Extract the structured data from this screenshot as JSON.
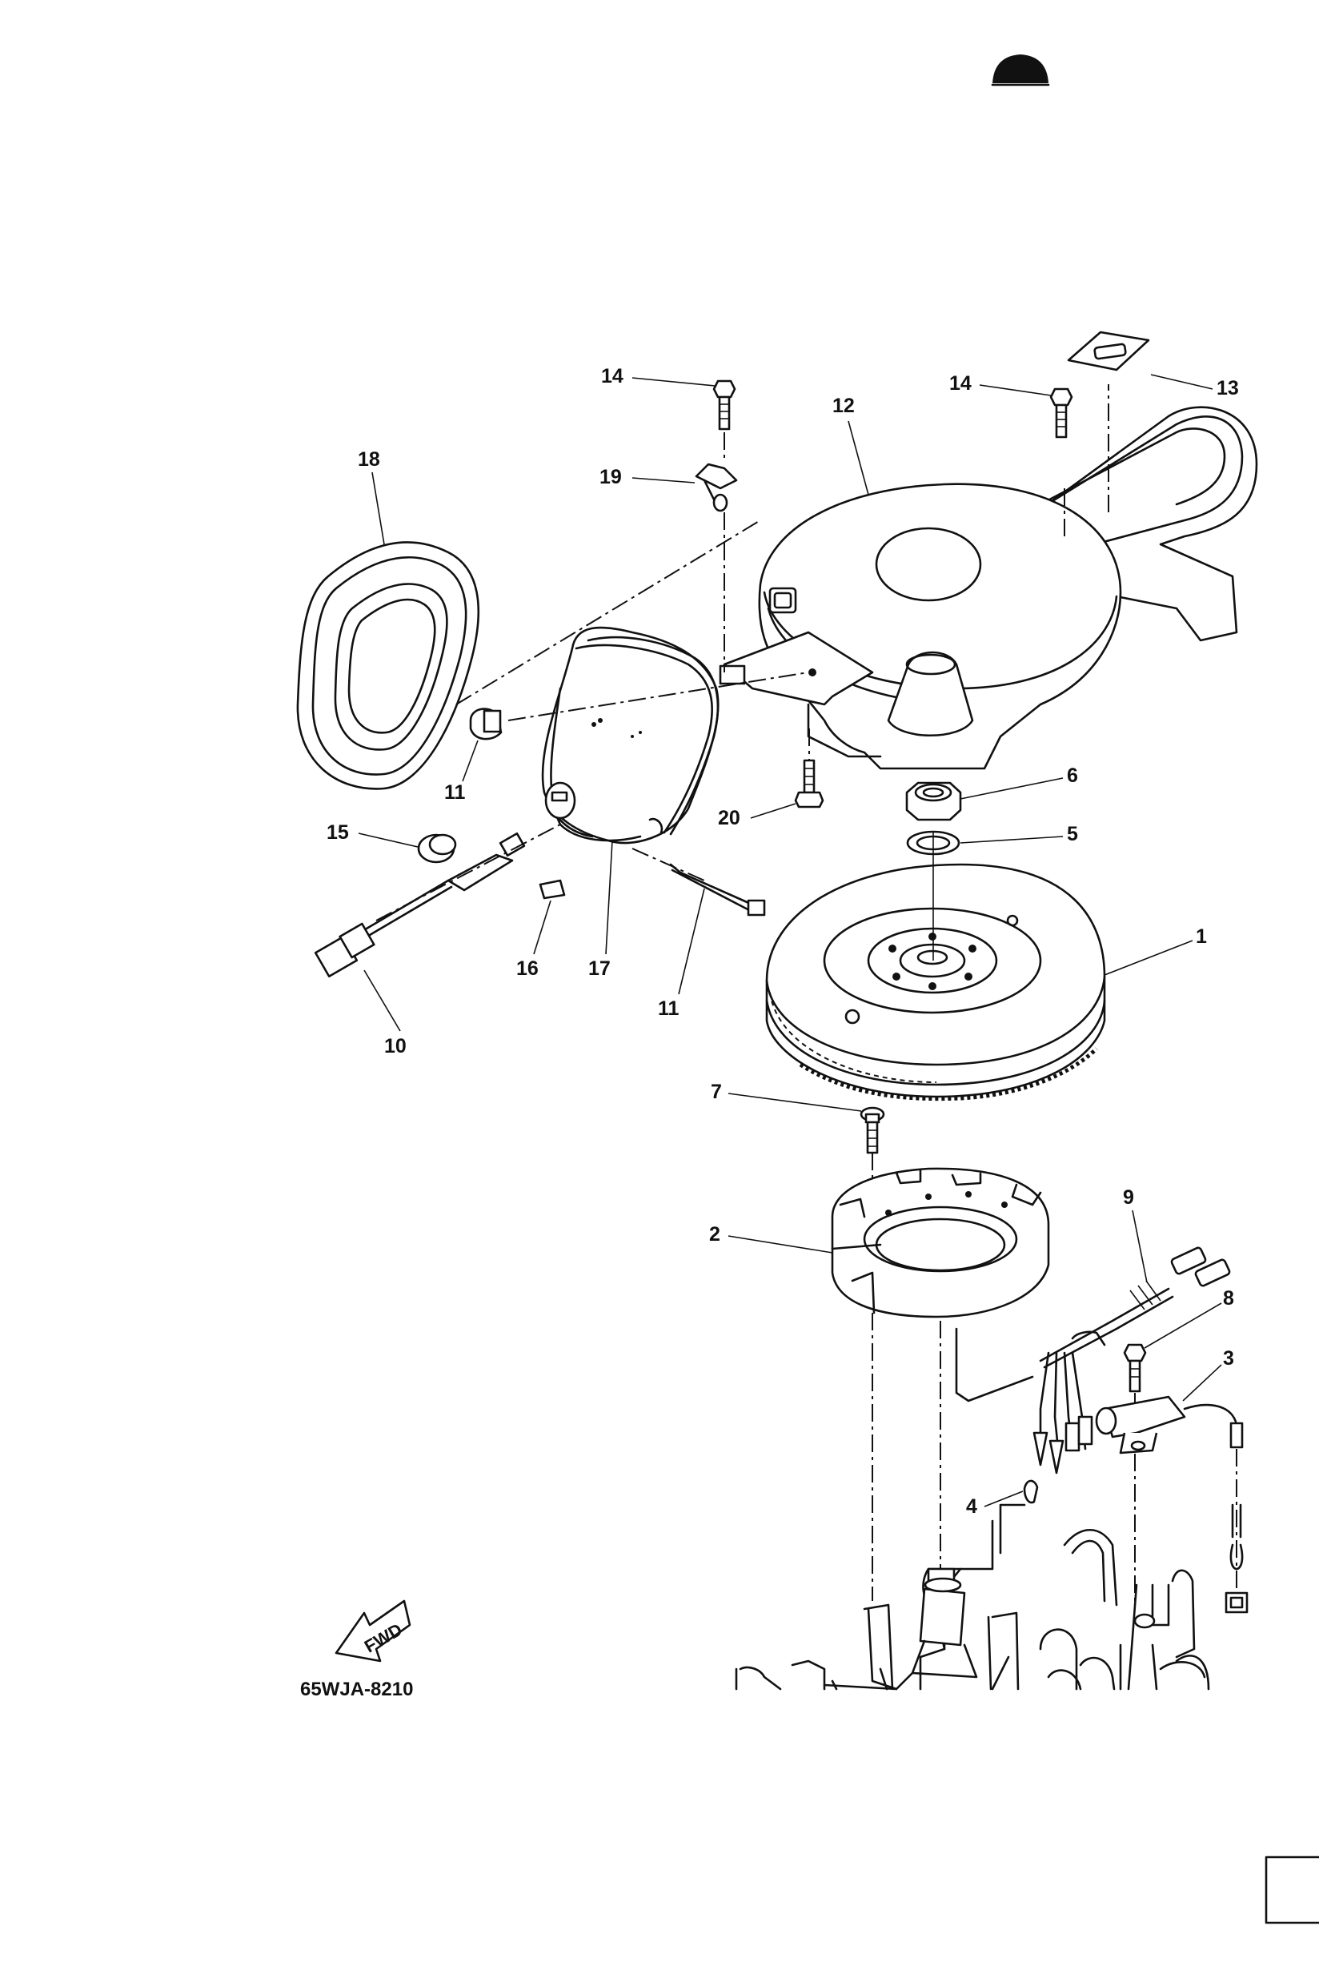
{
  "diagram": {
    "part_code": "65WJA-8210",
    "fwd_label": "FWD",
    "colors": {
      "ink": "#111111",
      "paper": "#ffffff"
    },
    "callouts": [
      {
        "id": "c14a",
        "label": "14"
      },
      {
        "id": "c14b",
        "label": "14"
      },
      {
        "id": "c13",
        "label": "13"
      },
      {
        "id": "c12",
        "label": "12"
      },
      {
        "id": "c18",
        "label": "18"
      },
      {
        "id": "c19",
        "label": "19"
      },
      {
        "id": "c11a",
        "label": "11"
      },
      {
        "id": "c6",
        "label": "6"
      },
      {
        "id": "c20",
        "label": "20"
      },
      {
        "id": "c5",
        "label": "5"
      },
      {
        "id": "c15",
        "label": "15"
      },
      {
        "id": "c1",
        "label": "1"
      },
      {
        "id": "c16",
        "label": "16"
      },
      {
        "id": "c17",
        "label": "17"
      },
      {
        "id": "c11b",
        "label": "11"
      },
      {
        "id": "c10",
        "label": "10"
      },
      {
        "id": "c7",
        "label": "7"
      },
      {
        "id": "c9",
        "label": "9"
      },
      {
        "id": "c2",
        "label": "2"
      },
      {
        "id": "c8",
        "label": "8"
      },
      {
        "id": "c3",
        "label": "3"
      },
      {
        "id": "c4",
        "label": "4"
      }
    ]
  }
}
